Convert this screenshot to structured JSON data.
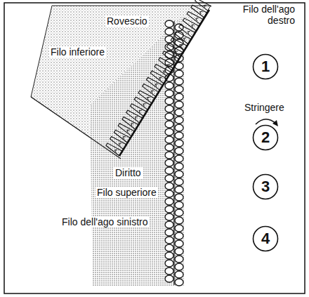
{
  "diagram": {
    "nodes": [
      {
        "text": [
          "1"
        ]
      },
      {
        "text": [
          "2"
        ]
      },
      {
        "text": [
          "3"
        ]
      },
      {
        "text": [
          "4"
        ]
      }
    ],
    "labels": [
      "Rovescio",
      "Filo dell'ago destro",
      "Filo inferiore",
      "Stringere",
      "Diritto",
      "Filo superiore",
      "Filo dell'ago sinistro"
    ]
  }
}
